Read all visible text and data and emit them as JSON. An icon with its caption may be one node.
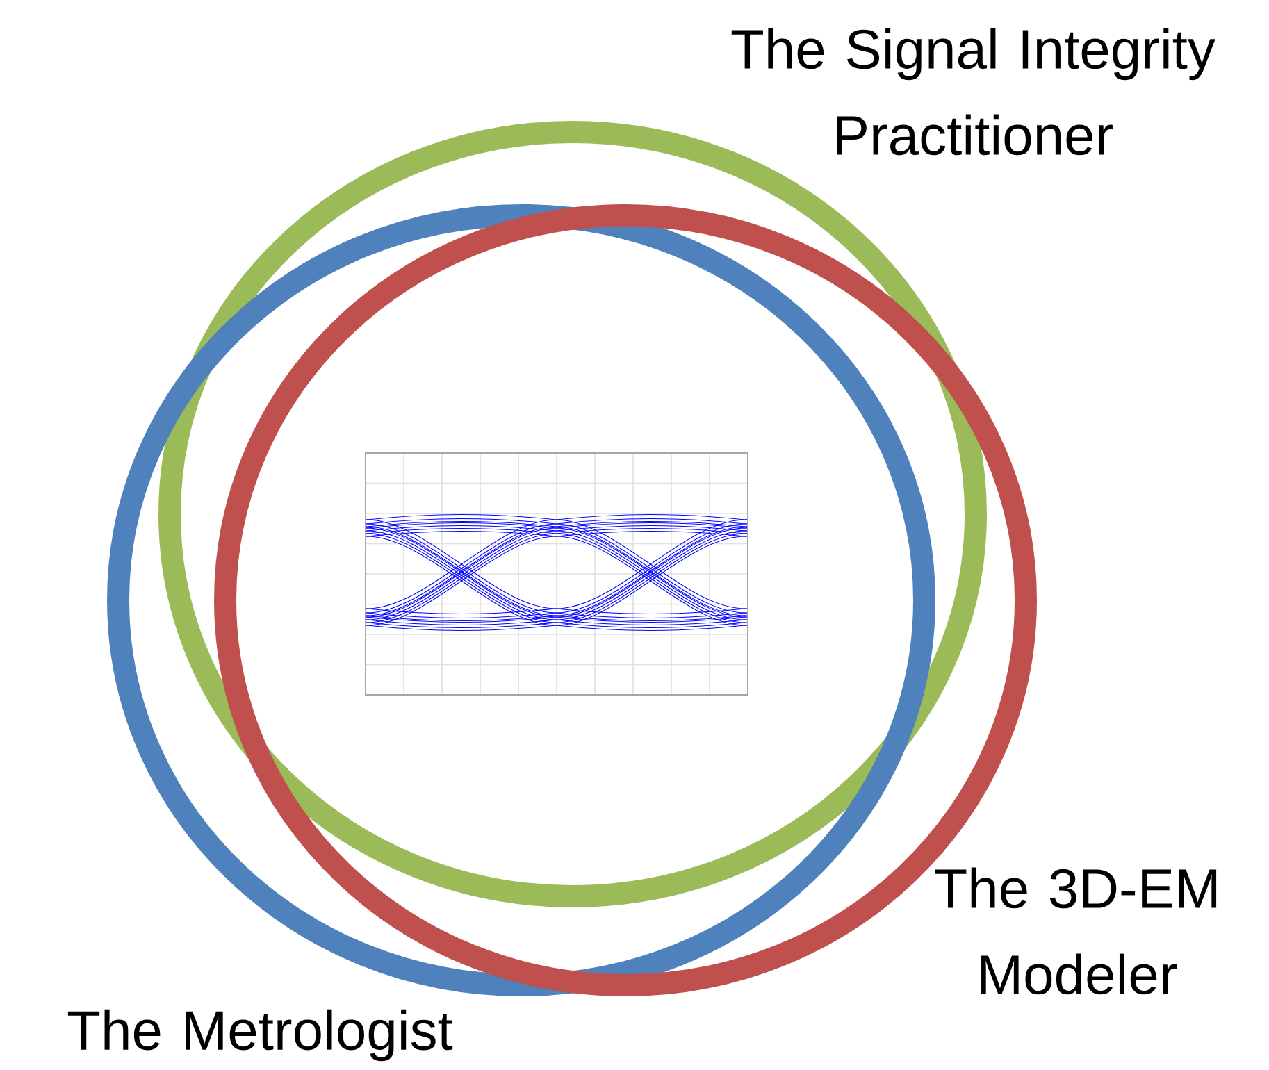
{
  "diagram": {
    "nodes": [
      {
        "text": [
          "The Signal Integrity Practitioner"
        ]
      },
      {
        "text": [
          "The Metrologist"
        ]
      },
      {
        "text": [
          "The 3D-EM Modeler"
        ]
      }
    ],
    "edges": []
  }
}
